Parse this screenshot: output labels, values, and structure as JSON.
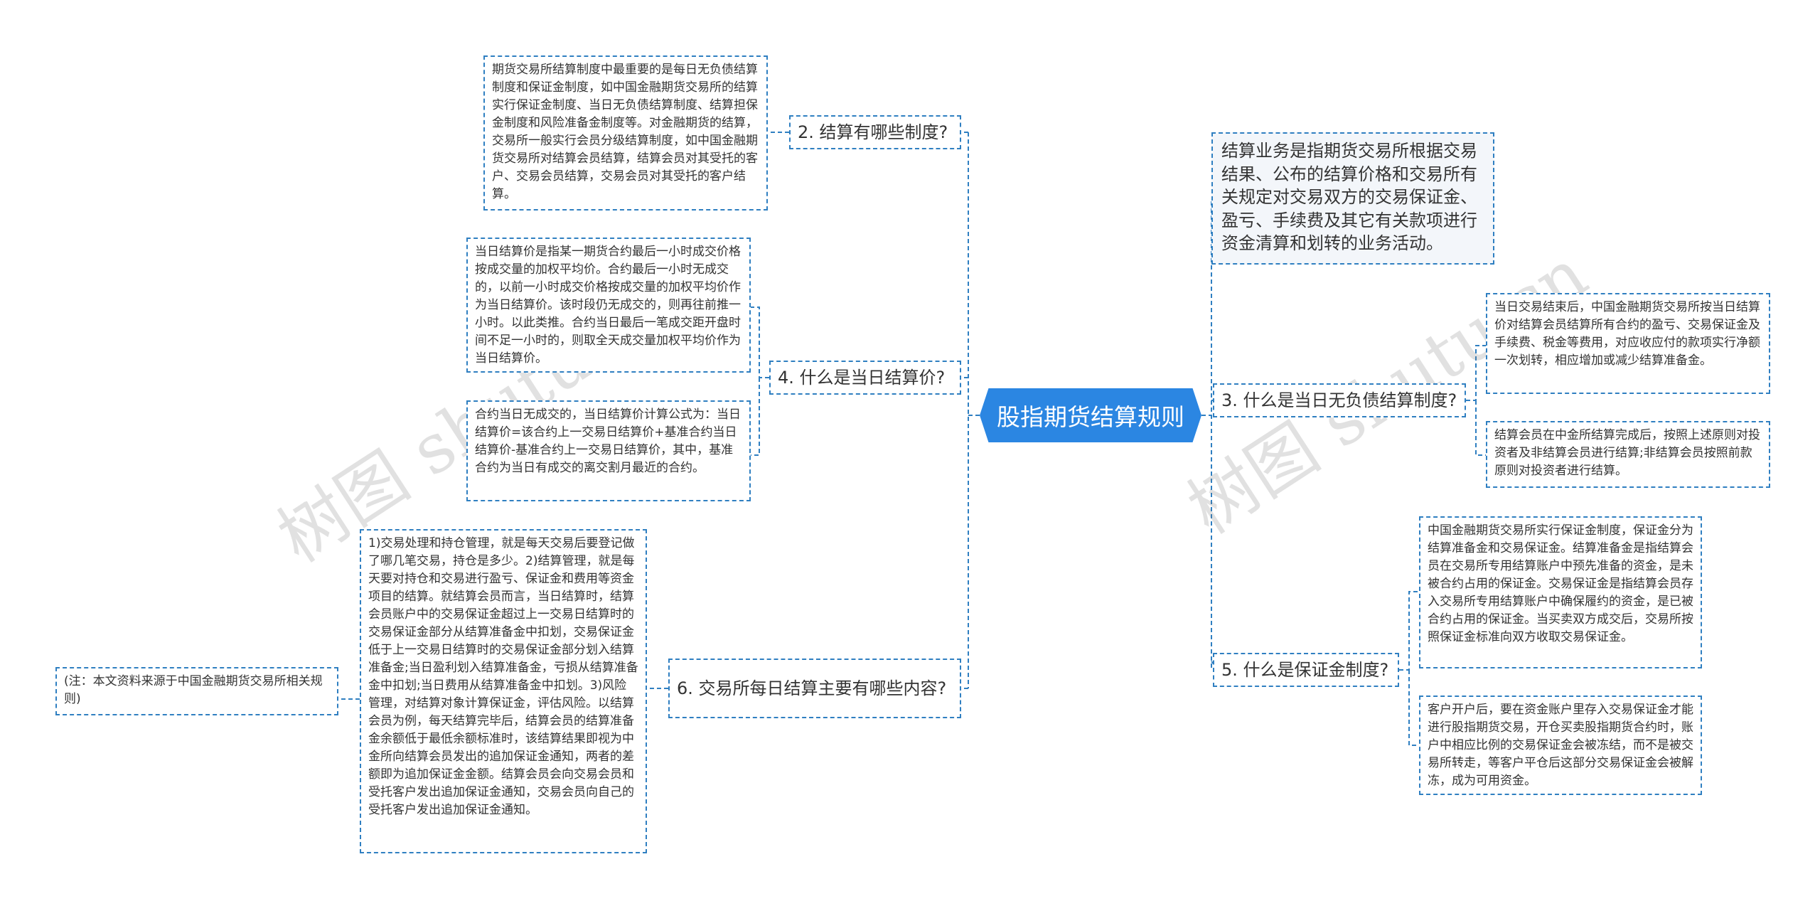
{
  "root": {
    "label": "股指期货结算规则"
  },
  "left": {
    "b2": {
      "label": "2. 结算有哪些制度?",
      "leaf": "期货交易所结算制度中最重要的是每日无负债结算制度和保证金制度，如中国金融期货交易所的结算实行保证金制度、当日无负债结算制度、结算担保金制度和风险准备金制度等。对金融期货的结算，交易所一般实行会员分级结算制度，如中国金融期货交易所对结算会员结算，结算会员对其受托的客户、交易会员结算，交易会员对其受托的客户结算。"
    },
    "b4": {
      "label": "4. 什么是当日结算价?",
      "leaf1": "当日结算价是指某一期货合约最后一小时成交价格按成交量的加权平均价。合约最后一小时无成交的，以前一小时成交价格按成交量的加权平均价作为当日结算价。该时段仍无成交的，则再往前推一小时。以此类推。合约当日最后一笔成交距开盘时间不足一小时的，则取全天成交量加权平均价作为当日结算价。",
      "leaf2": "合约当日无成交的，当日结算价计算公式为：当日结算价=该合约上一交易日结算价+基准合约当日结算价-基准合约上一交易日结算价，其中，基准合约为当日有成交的离交割月最近的合约。"
    },
    "b6": {
      "label": "6. 交易所每日结算主要有哪些内容?",
      "leaf": "1)交易处理和持仓管理，就是每天交易后要登记做了哪几笔交易，持仓是多少。2)结算管理，就是每天要对持仓和交易进行盈亏、保证金和费用等资金项目的结算。就结算会员而言，当日结算时，结算会员账户中的交易保证金超过上一交易日结算时的交易保证金部分从结算准备金中扣划，交易保证金低于上一交易日结算时的交易保证金部分划入结算准备金;当日盈利划入结算准备金，亏损从结算准备金中扣划;当日费用从结算准备金中扣划。3)风险管理，对结算对象计算保证金，评估风险。以结算会员为例，每天结算完毕后，结算会员的结算准备金余额低于最低余额标准时，该结算结果即视为中金所向结算会员发出的追加保证金通知，两者的差额即为追加保证金金额。结算会员会向交易会员和受托客户发出追加保证金通知，交易会员向自己的受托客户发出追加保证金通知。",
      "note": "(注：本文资料来源于中国金融期货交易所相关规则)"
    }
  },
  "right": {
    "def": "结算业务是指期货交易所根据交易结果、公布的结算价格和交易所有关规定对交易双方的交易保证金、盈亏、手续费及其它有关款项进行资金清算和划转的业务活动。",
    "b3": {
      "label": "3. 什么是当日无负债结算制度?",
      "leaf1": "当日交易结束后，中国金融期货交易所按当日结算价对结算会员结算所有合约的盈亏、交易保证金及手续费、税金等费用，对应收应付的款项实行净额一次划转，相应增加或减少结算准备金。",
      "leaf2": "结算会员在中金所结算完成后，按照上述原则对投资者及非结算会员进行结算;非结算会员按照前款原则对投资者进行结算。"
    },
    "b5": {
      "label": "5. 什么是保证金制度?",
      "leaf1": "中国金融期货交易所实行保证金制度，保证金分为结算准备金和交易保证金。结算准备金是指结算会员在交易所专用结算账户中预先准备的资金，是未被合约占用的保证金。交易保证金是指结算会员存入交易所专用结算账户中确保履约的资金，是已被合约占用的保证金。当买卖双方成交后，交易所按照保证金标准向双方收取交易保证金。",
      "leaf2": "客户开户后，要在资金账户里存入交易保证金才能进行股指期货交易，开仓买卖股指期货合约时，账户中相应比例的交易保证金会被冻结，而不是被交易所转走，等客户平仓后这部分交易保证金会被解冻，成为可用资金。"
    }
  },
  "watermark": {
    "left": "树图 shutu.cn",
    "right": "树图 shutu.cn"
  },
  "colors": {
    "root_fill": "#2b86e2",
    "border": "#2f7fc1",
    "def_fill": "#f3f6fa",
    "line": "#2f7fc1"
  }
}
